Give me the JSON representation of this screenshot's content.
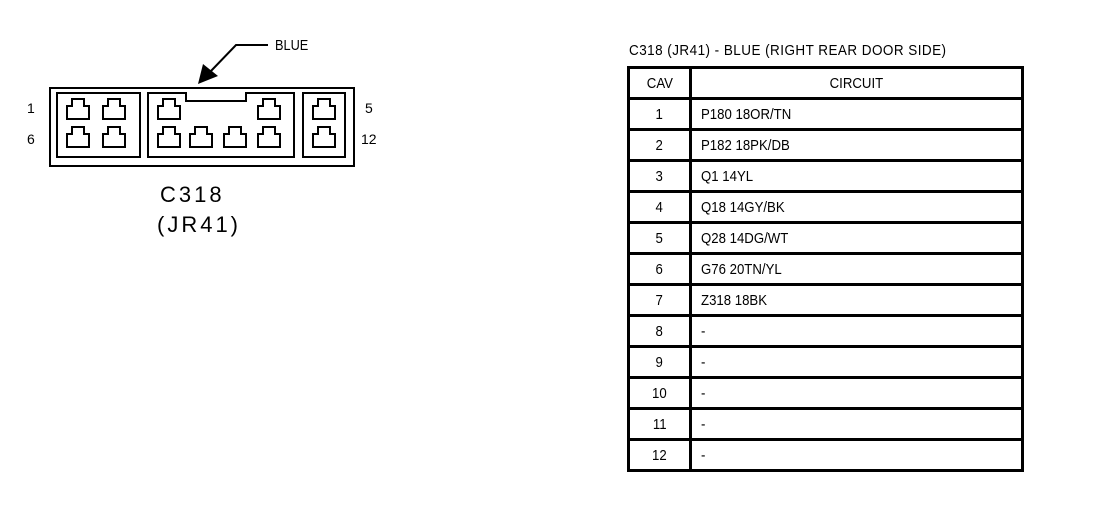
{
  "connector": {
    "color_label": "BLUE",
    "name": "C318",
    "alt_name": "(JR41)",
    "pin_labels": {
      "top_left": "1",
      "bottom_left": "6",
      "top_right": "5",
      "bottom_right": "12"
    }
  },
  "table": {
    "title": "C318 (JR41) - BLUE (RIGHT REAR DOOR SIDE)",
    "headers": {
      "cav": "CAV",
      "circuit": "CIRCUIT"
    },
    "rows": [
      {
        "cav": "1",
        "circuit": "P180 18OR/TN"
      },
      {
        "cav": "2",
        "circuit": "P182 18PK/DB"
      },
      {
        "cav": "3",
        "circuit": "Q1 14YL"
      },
      {
        "cav": "4",
        "circuit": "Q18 14GY/BK"
      },
      {
        "cav": "5",
        "circuit": "Q28 14DG/WT"
      },
      {
        "cav": "6",
        "circuit": "G76 20TN/YL"
      },
      {
        "cav": "7",
        "circuit": "Z318 18BK"
      },
      {
        "cav": "8",
        "circuit": "-"
      },
      {
        "cav": "9",
        "circuit": "-"
      },
      {
        "cav": "10",
        "circuit": "-"
      },
      {
        "cav": "11",
        "circuit": "-"
      },
      {
        "cav": "12",
        "circuit": "-"
      }
    ]
  }
}
